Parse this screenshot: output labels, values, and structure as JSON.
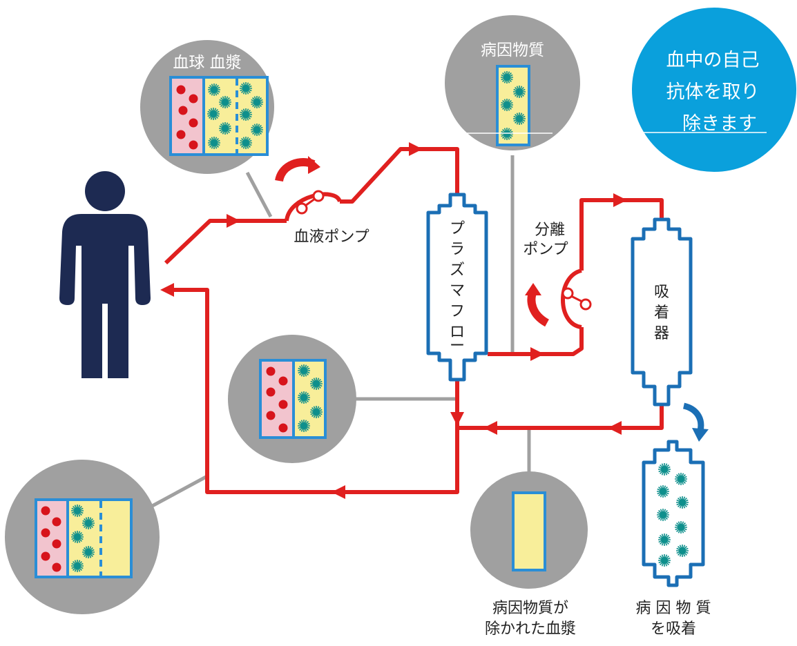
{
  "badge": {
    "lines": [
      "血中の自己",
      "抗体を取り",
      "除きます"
    ]
  },
  "bubbles": {
    "top_left_title": "血球 血漿",
    "top_center_title": "病因物質"
  },
  "labels": {
    "blood_pump": "血液ポンプ",
    "plasma_flow": [
      "プ",
      "ラ",
      "ズ",
      "マ",
      "フ",
      "ロ",
      "ー"
    ],
    "separation_pump": [
      "分離",
      "ポンプ"
    ],
    "adsorber": [
      "吸",
      "着",
      "器"
    ],
    "plasma_removed": [
      "病因物質が",
      "除かれた血漿"
    ],
    "adsorbed": [
      "病 因 物 質",
      "を吸着"
    ]
  },
  "colors": {
    "flow_red": "#e0201f",
    "filter_blue": "#1b6fb5",
    "bubble_gray": "#a0a0a0",
    "badge_blue": "#0aa0dc",
    "person_navy": "#1d2a52",
    "cell_pink": "#f2c4ce",
    "plasma_yellow": "#f8ee9a",
    "cell_red": "#d7141b",
    "particle_teal": "#0e8f8c"
  }
}
